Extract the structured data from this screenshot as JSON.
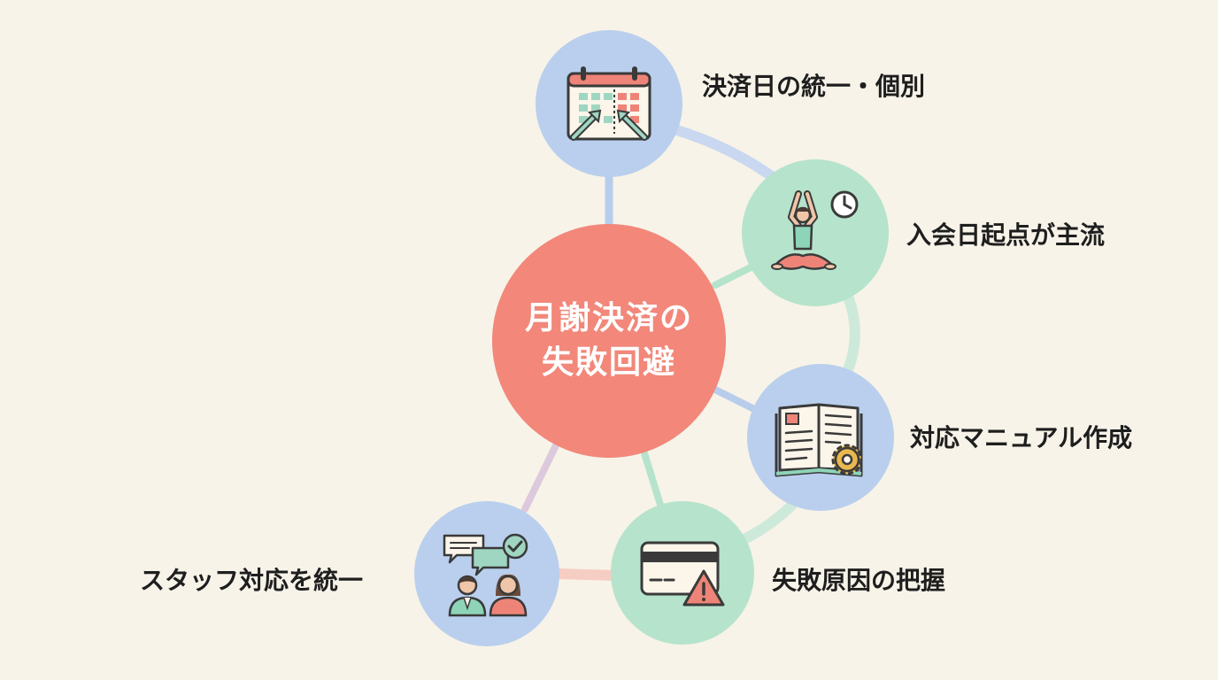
{
  "center": {
    "line1": "月謝決済の",
    "line2": "失敗回避"
  },
  "nodes": [
    {
      "id": "payment-date",
      "label": "決済日の統一・個別",
      "icon": "calendar-arrows-icon"
    },
    {
      "id": "joining-date",
      "label": "入会日起点が主流",
      "icon": "yoga-clock-icon"
    },
    {
      "id": "manual",
      "label": "対応マニュアル作成",
      "icon": "book-gear-icon"
    },
    {
      "id": "failure-cause",
      "label": "失敗原因の把握",
      "icon": "card-warning-icon"
    },
    {
      "id": "staff",
      "label": "スタッフ対応を統一",
      "icon": "staff-chat-icon"
    }
  ],
  "colors": {
    "background": "#f7f3e8",
    "center": "#f2877a",
    "blue_node": "#b9cfed",
    "green_node": "#b6e3cc"
  }
}
